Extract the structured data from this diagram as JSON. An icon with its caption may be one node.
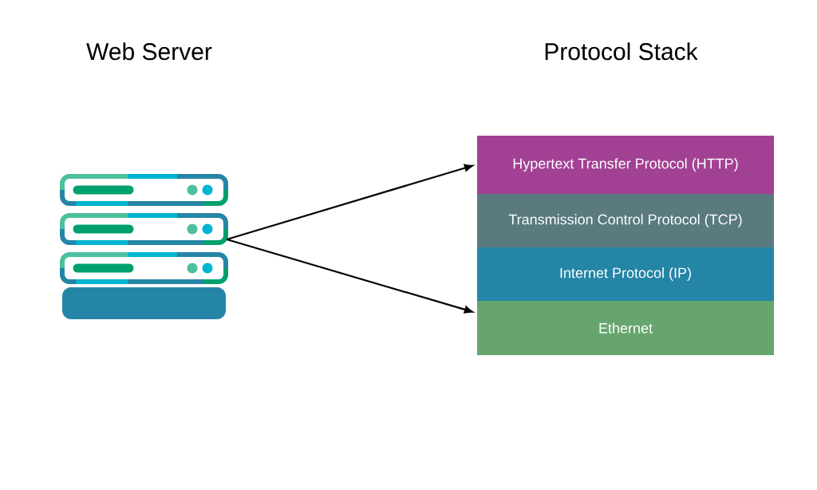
{
  "diagram": {
    "nodes": [
      {
        "text": [
          "Web Server"
        ]
      },
      {
        "text": [
          "Hypertext Transfer Protocol (HTTP)"
        ]
      },
      {
        "text": [
          "Transmission Control Protocol (TCP)"
        ]
      },
      {
        "text": [
          "Internet Protocol (IP)"
        ]
      },
      {
        "text": [
          "Ethernet"
        ]
      }
    ],
    "edges": [
      {
        "from": 0,
        "to": 1,
        "arrow": "to"
      },
      {
        "from": 0,
        "to": 4,
        "arrow": "to"
      }
    ],
    "labels": [
      "Protocol Stack"
    ]
  }
}
